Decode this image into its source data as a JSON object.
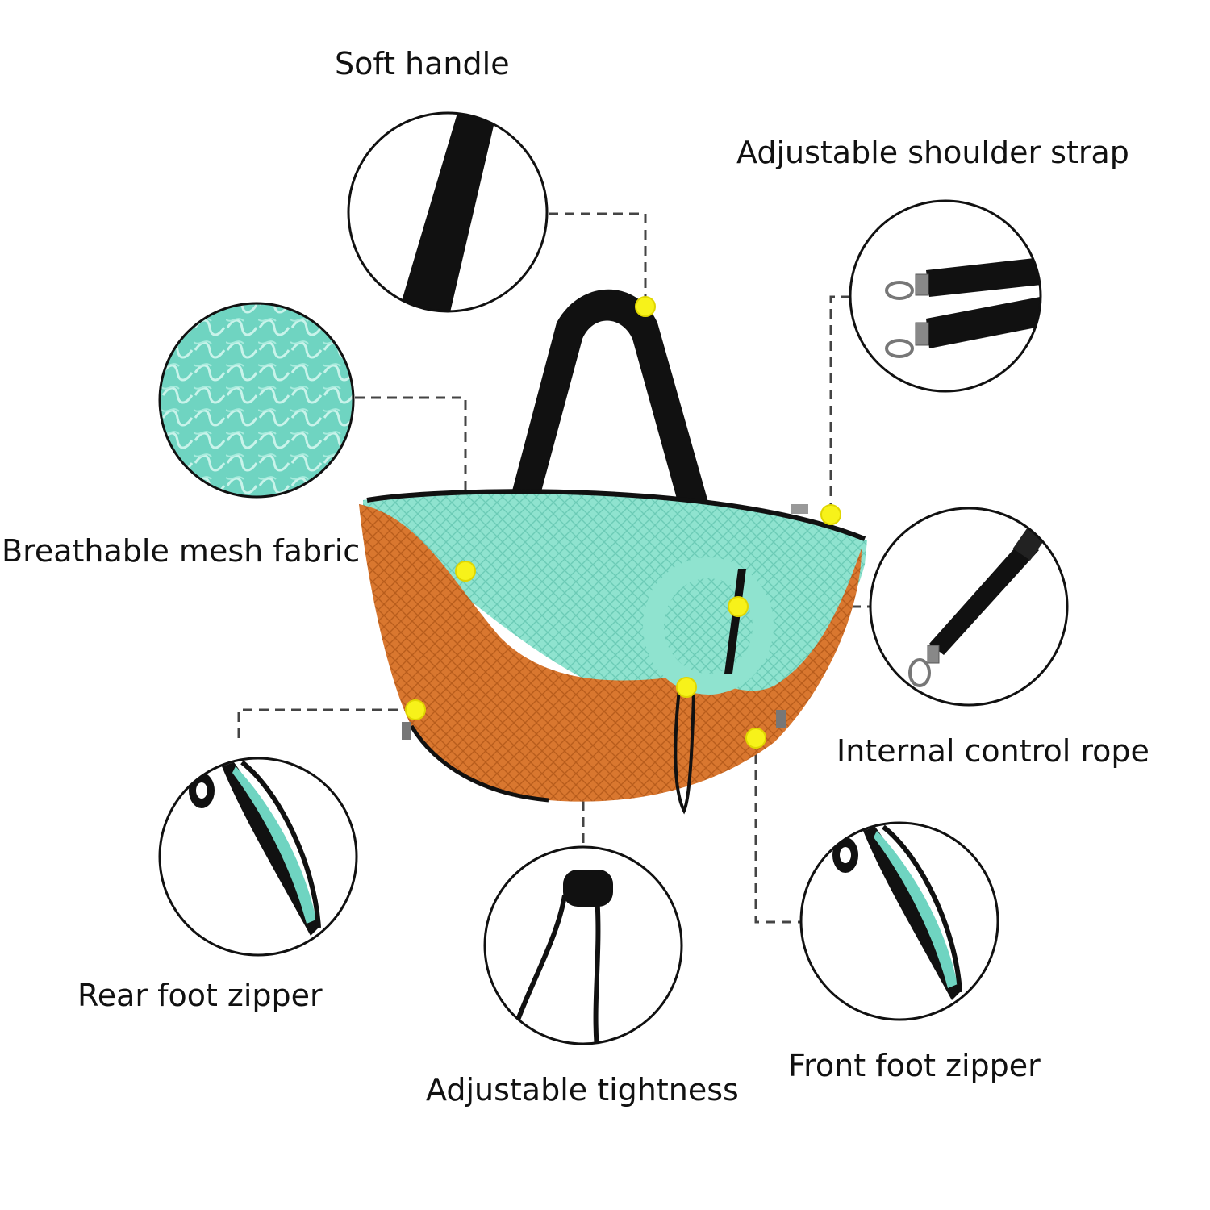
{
  "labels": {
    "soft_handle": "Soft handle",
    "shoulder_strap": "Adjustable shoulder strap",
    "mesh_fabric": "Breathable mesh fabric",
    "control_rope": "Internal control rope",
    "rear_zipper": "Rear foot zipper",
    "tightness": "Adjustable tightness",
    "front_zipper": "Front foot zipper"
  },
  "colors": {
    "mesh_teal": "#8fe3cf",
    "mesh_orange": "#d9772f",
    "strap_black": "#111111",
    "marker_yellow": "#f7f21a",
    "leader_line": "#444444"
  }
}
